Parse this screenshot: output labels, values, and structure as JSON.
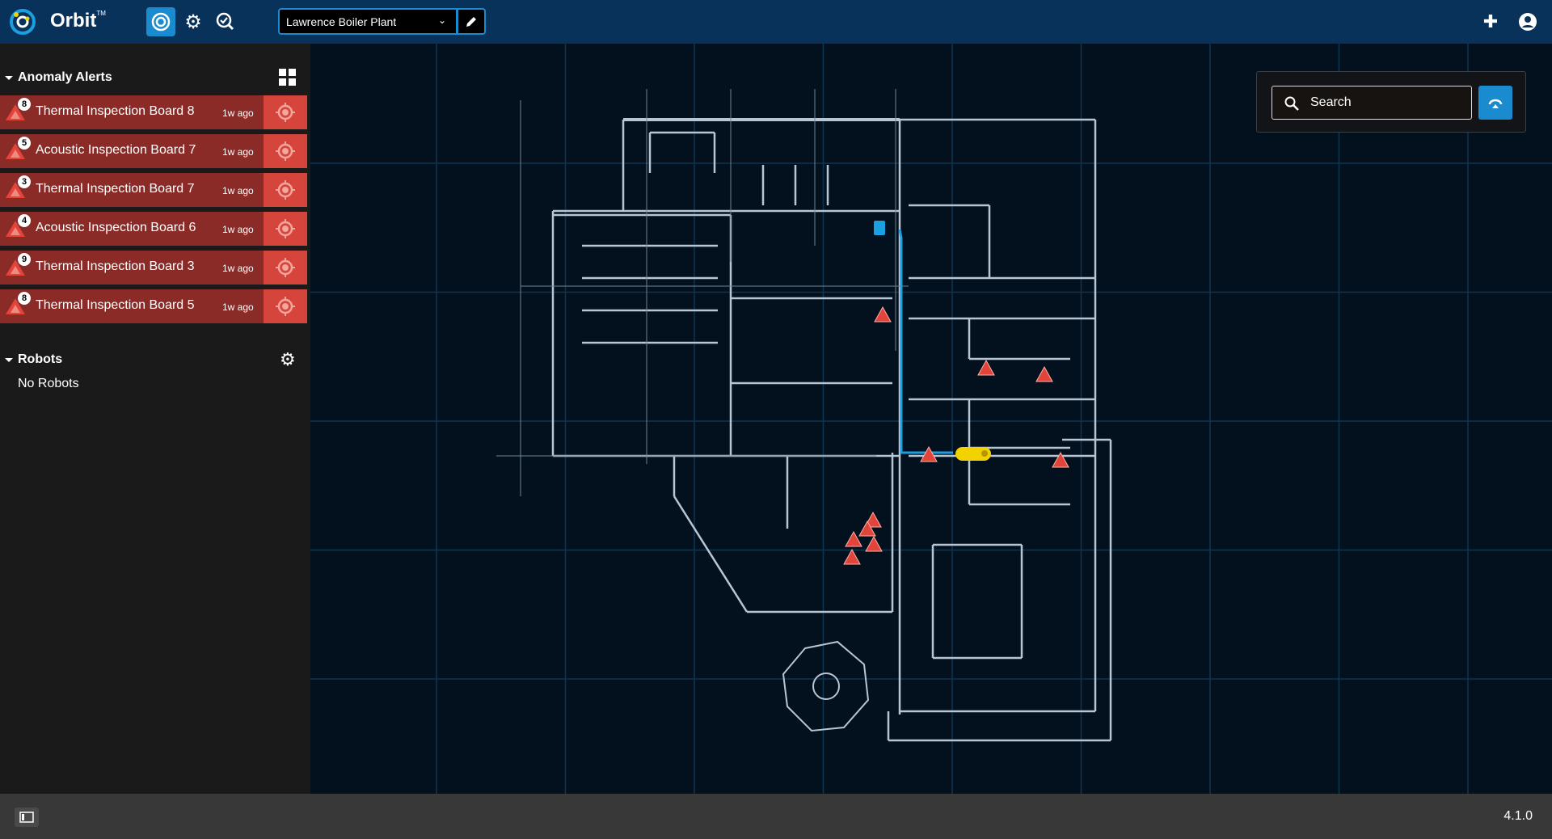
{
  "header": {
    "brand": "Orbit",
    "trademark": "TM",
    "site_selector": {
      "value": "Lawrence Boiler Plant"
    },
    "icons": [
      "orbit-logo",
      "dashboard-icon",
      "settings-icon",
      "inspection-search-icon",
      "edit-icon",
      "extensions-icon",
      "account-icon"
    ],
    "accent": "#1b8bd0"
  },
  "sidebar": {
    "anomaly_alerts": {
      "title": "Anomaly Alerts",
      "items": [
        {
          "count": "8",
          "name": "Thermal Inspection Board 8",
          "time": "1w ago"
        },
        {
          "count": "5",
          "name": "Acoustic Inspection Board 7",
          "time": "1w ago"
        },
        {
          "count": "3",
          "name": "Thermal Inspection Board 7",
          "time": "1w ago"
        },
        {
          "count": "4",
          "name": "Acoustic Inspection Board 6",
          "time": "1w ago"
        },
        {
          "count": "9",
          "name": "Thermal Inspection Board 3",
          "time": "1w ago"
        },
        {
          "count": "8",
          "name": "Thermal Inspection Board 5",
          "time": "1w ago"
        }
      ]
    },
    "robots": {
      "title": "Robots",
      "empty": "No Robots"
    }
  },
  "map": {
    "search": {
      "placeholder": "Search"
    },
    "alert_color": "#e0443a",
    "robot_color": "#f2d200",
    "path_color": "#1b9fe0"
  },
  "footer": {
    "version": "4.1.0"
  }
}
